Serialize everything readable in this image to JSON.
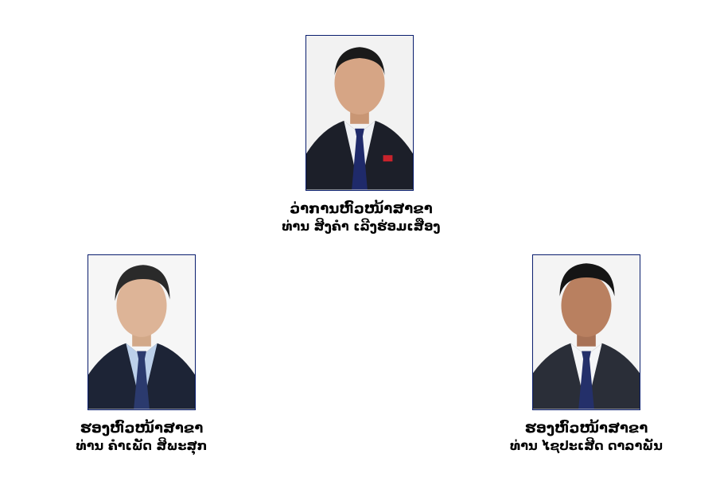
{
  "members": [
    {
      "role": "ວ່າການຫົວໜ້າສາຂາ",
      "name": "ທ່ານ ສິງຄຳ ເລີງຮ່ອມເສືອງ"
    },
    {
      "role": "ຮອງຫົວໜ້າສາຂາ",
      "name": "ທ່ານ ຄຳເພັດ ສິພະສຸກ"
    },
    {
      "role": "ຮອງຫົວໜ້າສາຂາ",
      "name": "ທ່ານ ໄຊປະເສີດ ດາລາພັນ"
    }
  ],
  "colors": {
    "photo_border": "#0a1e6e",
    "text": "#000000",
    "background": "#ffffff"
  }
}
